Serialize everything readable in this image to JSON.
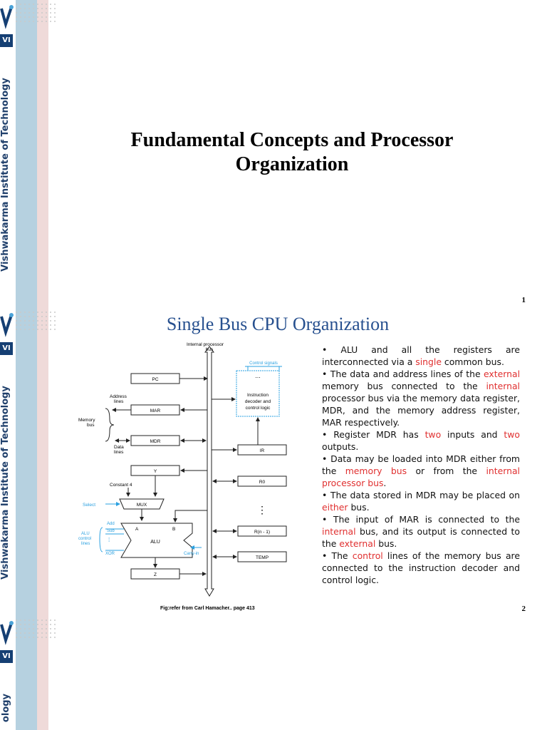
{
  "sidebar": {
    "institute": "Vishwakarma Institute of Technology",
    "badge": "VI"
  },
  "slide1": {
    "title": "Fundamental Concepts and Processor Organization",
    "page": "1"
  },
  "slide2": {
    "title": "Single Bus CPU Organization",
    "page": "2",
    "caption": "Fig:refer from Carl Hamacher.. page 413",
    "diagram": {
      "bus_label_1": "Internal processor",
      "bus_label_2": "bus",
      "control_signals": "Control signals",
      "decoder_1": "Instruction",
      "decoder_2": "decoder and",
      "decoder_3": "control logic",
      "address_1": "Address",
      "address_2": "lines",
      "memory_1": "Memory",
      "memory_2": "bus",
      "data_1": "Data",
      "data_2": "lines",
      "constant": "Constant 4",
      "select": "Select",
      "add": "Add",
      "sub": "Sub",
      "alu_ctrl_1": "ALU",
      "alu_ctrl_2": "control",
      "alu_ctrl_3": "lines",
      "xor": "XOR",
      "carry": "Carry-in",
      "a": "A",
      "b": "B",
      "regs": {
        "pc": "PC",
        "mar": "MAR",
        "mdr": "MDR",
        "y": "Y",
        "mux": "MUX",
        "alu": "ALU",
        "z": "Z",
        "ir": "IR",
        "r0": "R0",
        "rn": "R(n - 1)",
        "temp": "TEMP"
      }
    },
    "bullets": [
      [
        {
          "t": "ALU and all the registers are interconnected via a "
        },
        {
          "t": "single",
          "r": true
        },
        {
          "t": " common bus."
        }
      ],
      [
        {
          "t": "The data and address lines of the "
        },
        {
          "t": "external",
          "r": true
        },
        {
          "t": " memory bus connected to the "
        },
        {
          "t": "internal",
          "r": true
        },
        {
          "t": " processor bus via the memory data register, MDR, and the memory address register, MAR respectively."
        }
      ],
      [
        {
          "t": "Register MDR has "
        },
        {
          "t": "two",
          "r": true
        },
        {
          "t": " inputs and "
        },
        {
          "t": "two",
          "r": true
        },
        {
          "t": " outputs."
        }
      ],
      [
        {
          "t": "Data may be loaded into MDR either from the "
        },
        {
          "t": "memory bus",
          "r": true
        },
        {
          "t": " or from the "
        },
        {
          "t": "internal processor bus",
          "r": true
        },
        {
          "t": "."
        }
      ],
      [
        {
          "t": "The data stored in MDR may be placed on "
        },
        {
          "t": "either",
          "r": true
        },
        {
          "t": " bus."
        }
      ],
      [
        {
          "t": "The input of MAR is connected to the "
        },
        {
          "t": "internal",
          "r": true
        },
        {
          "t": " bus, and its output is connected to the "
        },
        {
          "t": "external",
          "r": true
        },
        {
          "t": " bus."
        }
      ],
      [
        {
          "t": "The "
        },
        {
          "t": "control",
          "r": true
        },
        {
          "t": " lines of the memory bus are connected to the instruction decoder and     control logic."
        }
      ]
    ]
  },
  "slide3": {
    "partial_text": "ology"
  },
  "colors": {
    "title_blue": "#27508f",
    "highlight_red": "#e03030",
    "sidebar_blue": "#b6d1e0",
    "sidebar_pink": "#efdad9",
    "logo_navy": "#153f73"
  }
}
